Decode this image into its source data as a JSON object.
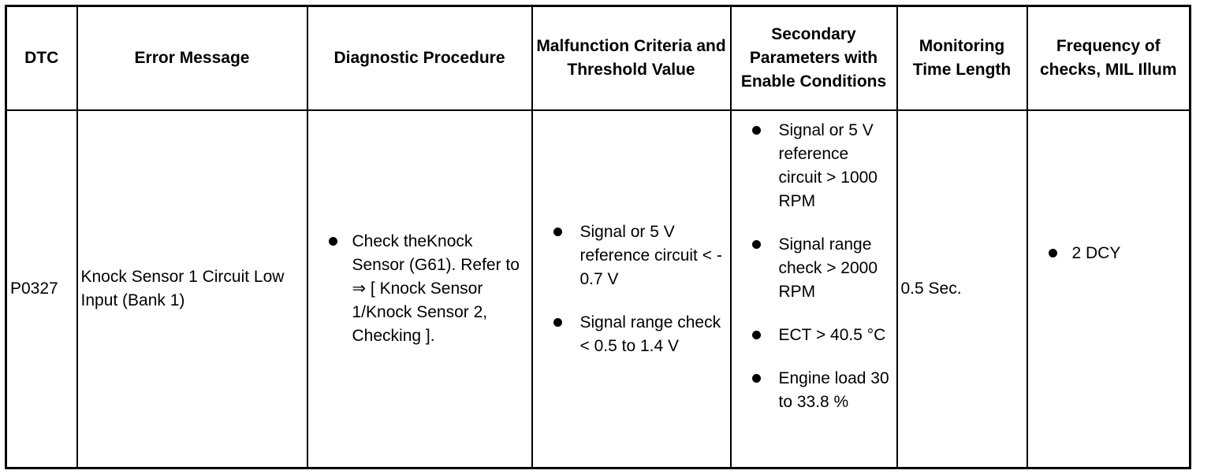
{
  "headers": {
    "dtc": "DTC",
    "error_message": "Error Message",
    "diagnostic_procedure": "Diagnostic Procedure",
    "malfunction_criteria": "Malfunction Criteria and Threshold Value",
    "secondary_parameters": "Secondary Parameters with Enable Conditions",
    "monitoring_time": "Monitoring Time Length",
    "frequency": "Frequency of checks, MIL Illum"
  },
  "row": {
    "dtc": "P0327",
    "error_message": "Knock Sensor 1 Circuit Low Input (Bank 1)",
    "diagnostic_procedure": [
      "Check theKnock Sensor (G61). Refer to ⇒ [ Knock Sensor 1/Knock Sensor 2, Checking ]."
    ],
    "malfunction_criteria": [
      "Signal or 5 V reference circuit < - 0.7 V",
      "Signal range check < 0.5 to 1.4 V"
    ],
    "secondary_parameters": [
      "Signal or 5 V reference circuit > 1000 RPM",
      "Signal range check > 2000 RPM",
      "ECT > 40.5 °C",
      "Engine load 30 to 33.8 %"
    ],
    "monitoring_time": "0.5 Sec.",
    "frequency": [
      "2 DCY"
    ]
  }
}
